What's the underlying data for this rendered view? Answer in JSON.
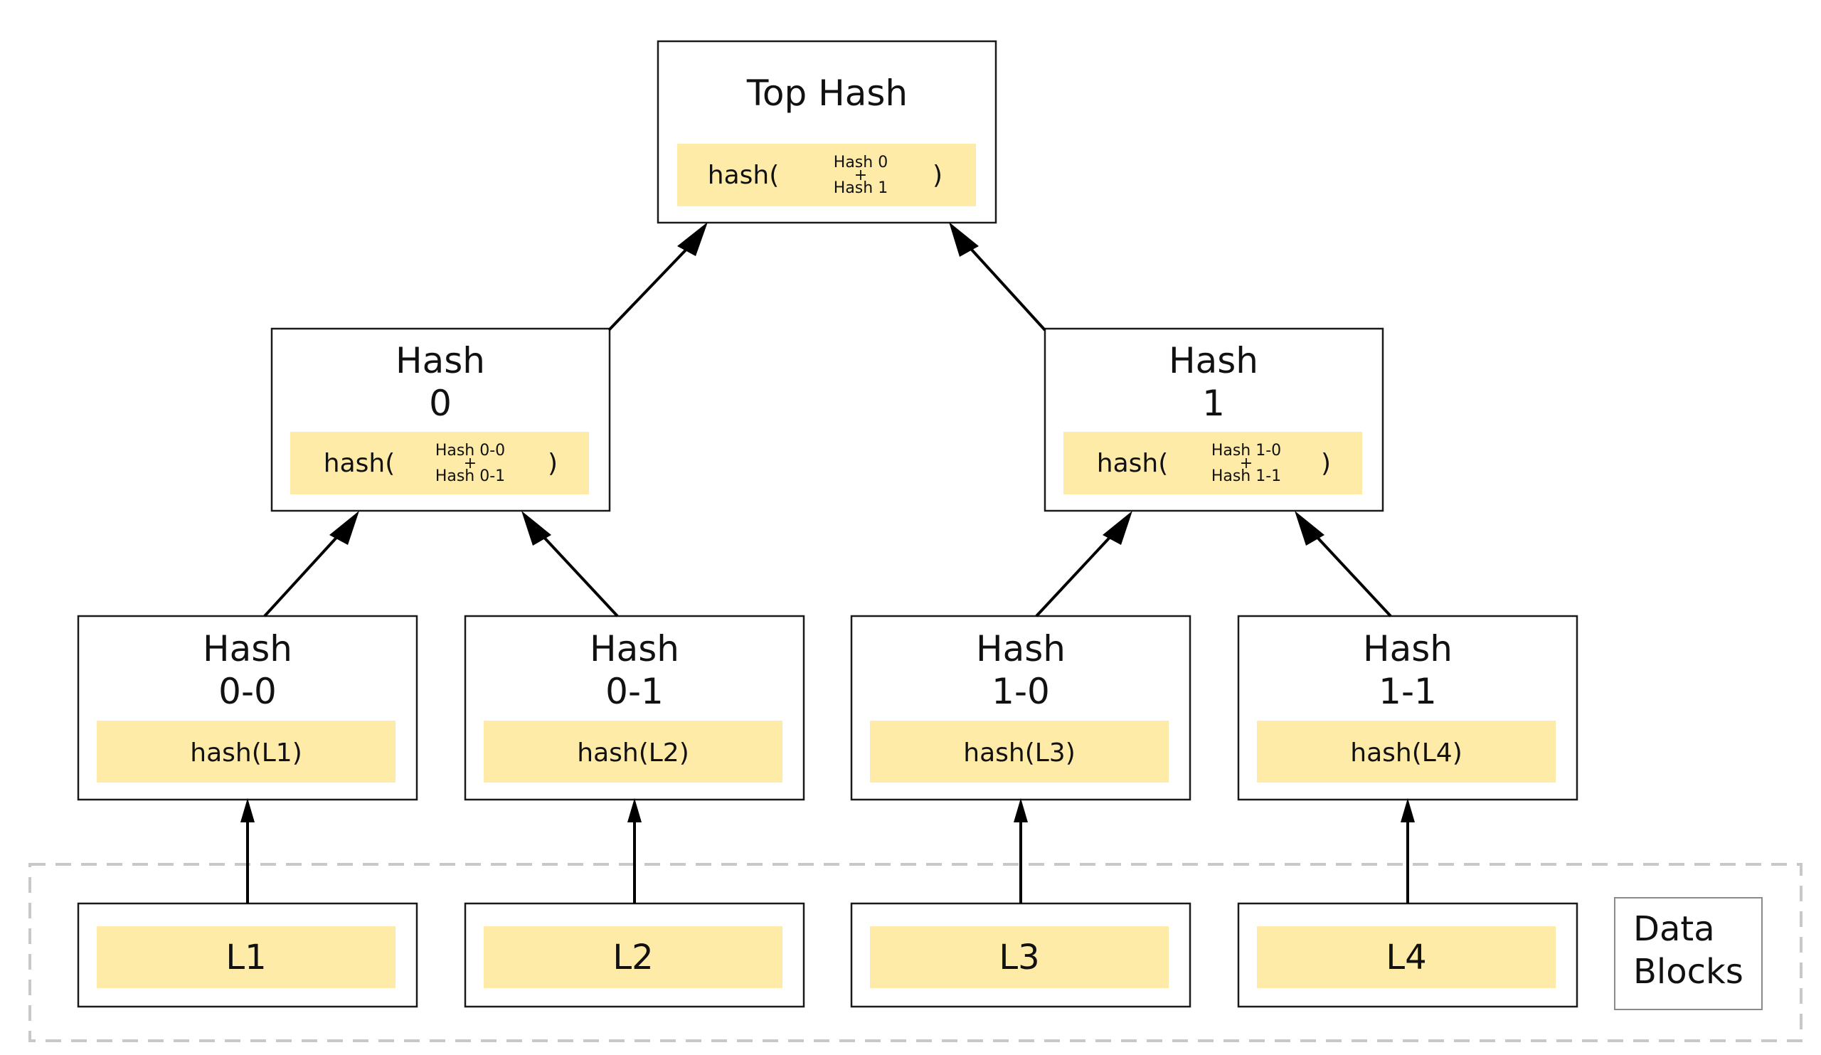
{
  "top_hash": {
    "title": "Top Hash",
    "fn_open": "hash(",
    "input_a": "Hash 0",
    "plus": "+",
    "input_b": "Hash 1",
    "fn_close": ")"
  },
  "hash_0": {
    "title_line1": "Hash",
    "title_line2": "0",
    "fn_open": "hash(",
    "input_a": "Hash 0-0",
    "plus": "+",
    "input_b": "Hash 0-1",
    "fn_close": ")"
  },
  "hash_1": {
    "title_line1": "Hash",
    "title_line2": "1",
    "fn_open": "hash(",
    "input_a": "Hash 1-0",
    "plus": "+",
    "input_b": "Hash 1-1",
    "fn_close": ")"
  },
  "leaf_hashes": [
    {
      "title_line1": "Hash",
      "title_line2": "0-0",
      "fn": "hash(L1)"
    },
    {
      "title_line1": "Hash",
      "title_line2": "0-1",
      "fn": "hash(L2)"
    },
    {
      "title_line1": "Hash",
      "title_line2": "1-0",
      "fn": "hash(L3)"
    },
    {
      "title_line1": "Hash",
      "title_line2": "1-1",
      "fn": "hash(L4)"
    }
  ],
  "data_blocks": {
    "label_line1": "Data",
    "label_line2": "Blocks",
    "blocks": [
      "L1",
      "L2",
      "L3",
      "L4"
    ]
  },
  "colors": {
    "band": "#fdeba7",
    "border": "#1a1a1a",
    "dashed_border": "#c8c8c8"
  }
}
